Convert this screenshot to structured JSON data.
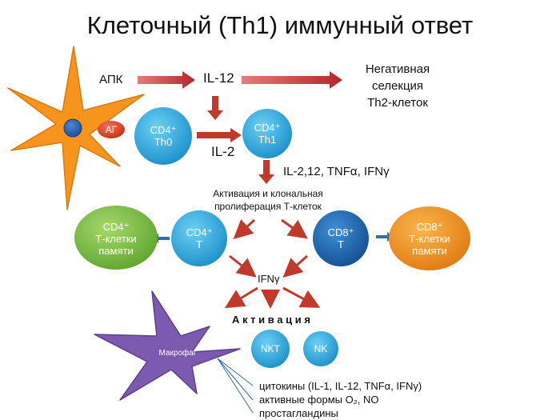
{
  "title": "Клеточный (Th1) иммунный ответ",
  "apc_label": "АПК",
  "il12": "IL-12",
  "negative_selection": [
    "Негативная",
    "селекция",
    "Th2-клеток"
  ],
  "ag_label": "АГ",
  "cd4_th0": [
    "CD4⁺",
    "Th0"
  ],
  "il2": "IL-2",
  "cd4_th1": [
    "CD4⁺",
    "Th1"
  ],
  "cytokines_top": "IL-2,12, TNFα, IFNγ",
  "activation_prolif": [
    "Активация и клональная",
    "пролиферация Т-клеток"
  ],
  "cd4_memory": [
    "CD4⁺",
    "Т-клетки",
    "памяти"
  ],
  "cd4_t": [
    "CD4⁺",
    "T"
  ],
  "cd8_t": [
    "CD8⁺",
    "T"
  ],
  "cd8_memory": [
    "CD8⁺",
    "Т-клетки",
    "памяти"
  ],
  "ifng": "IFNγ",
  "activation": "А к т и в а ц и я",
  "macrophage_label": "Макрофаг",
  "nkt": "NKT",
  "nk": "NK",
  "macrophage_products": [
    "цитокины (IL-1, IL-12, TNFα, IFNγ)",
    "активные формы O₂, NO",
    "простагландины"
  ],
  "colors": {
    "apc": "#f7941d",
    "cell_blue": "#29a8e0",
    "cell_blue_dark": "#1c6fb5",
    "ag_red": "#e8461e",
    "memory_green": "#7ac143",
    "memory_orange": "#f7931e",
    "macrophage": "#7b5ab0",
    "arrow_red": "#c0392b",
    "arrow_blue": "#2e6db4"
  }
}
